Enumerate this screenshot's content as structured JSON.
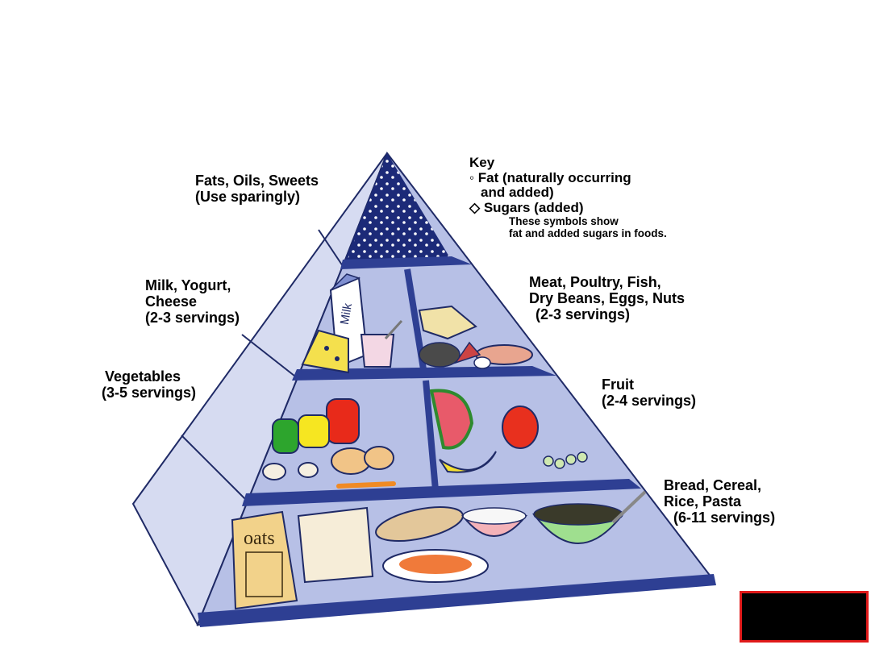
{
  "title_tier_top": "Fats, Oils, Sweets",
  "sub_tier_top": "(Use sparingly)",
  "key": {
    "heading": "Key",
    "fat_line1": "Fat (naturally occurring",
    "fat_line2": "and added)",
    "sugar": "Sugars (added)",
    "note_line1": "These symbols show",
    "note_line2": "fat and added sugars in foods."
  },
  "dairy": {
    "line1": "Milk, Yogurt,",
    "line2": "Cheese",
    "servings": "(2-3 servings)"
  },
  "meat": {
    "line1": "Meat, Poultry, Fish,",
    "line2": "Dry Beans, Eggs, Nuts",
    "servings": "(2-3 servings)"
  },
  "vegetables": {
    "line1": "Vegetables",
    "servings": "(3-5 servings)"
  },
  "fruit": {
    "line1": "Fruit",
    "servings": "(2-4 servings)"
  },
  "grains": {
    "line1": "Bread, Cereal,",
    "line2": "Rice, Pasta",
    "servings": "(6-11 servings)"
  },
  "food_labels": {
    "milk_carton": "Milk",
    "oats_box": "oats"
  },
  "colors": {
    "pyramid_face": "#b7c0e6",
    "pyramid_side": "#d6dbf1",
    "shelf": "#2e3f93",
    "apex": "#1c2a78",
    "box_border": "#e01a1a"
  }
}
